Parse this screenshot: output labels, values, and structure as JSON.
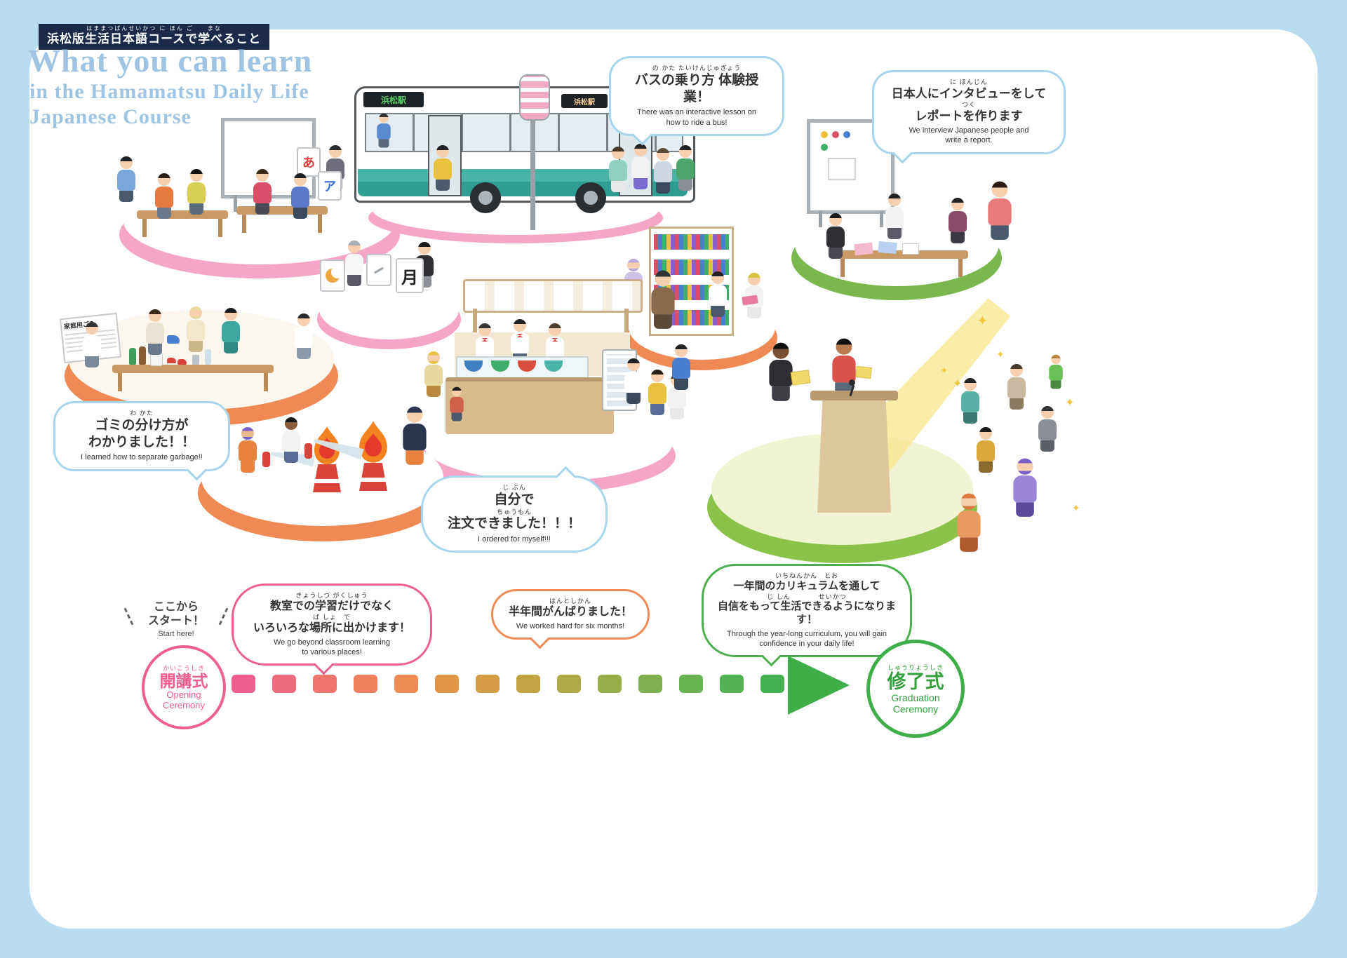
{
  "header": {
    "jp_furigana": "はままつばんせいかつ に ほん ご　　まな",
    "jp_title": "浜松版生活日本語コースで学べること",
    "en_line1": "What you can learn",
    "en_line2": "in the Hamamatsu Daily Life",
    "en_line3": "Japanese Course"
  },
  "bubbles": {
    "bus": {
      "furigana": "の かた たいけんじゅぎょう",
      "jp": "バスの乗り方 体験授業！",
      "en1": "There was an interactive lesson on",
      "en2": "how to ride a bus!"
    },
    "interview": {
      "furigana": "に ほんじん",
      "jp1": "日本人にインタビューをして",
      "furigana2": "つく",
      "jp2": "レポートを作ります",
      "en1": "We interview Japanese people and",
      "en2": "write a report."
    },
    "garbage": {
      "furigana": "わ かた",
      "jp1": "ゴミの分け方が",
      "jp2": "わかりました！！",
      "en": "I learned how to separate garbage!!"
    },
    "order": {
      "furigana": "じ ぶん",
      "jp1": "自分で",
      "furigana2": "ちゅうもん",
      "jp2": "注文できました！！！",
      "en": "I ordered for myself!!!"
    },
    "places": {
      "furigana": "きょうしつ がくしゅう",
      "jp1": "教室での学習だけでなく",
      "furigana2": "ば しょ　で",
      "jp2": "いろいろな場所に出かけます！",
      "en1": "We go beyond classroom learning",
      "en2": "to various places!"
    },
    "six_months": {
      "furigana": "はんとしかん",
      "jp": "半年間がんばりました！",
      "en": "We worked hard for six months!"
    },
    "year_long": {
      "furigana": "いちねんかん　とお",
      "jp1": "一年間のカリキュラムを通して",
      "furigana2": "じ しん　　　　せいかつ",
      "jp2": "自信をもって生活できるようになります！",
      "en1": "Through the year-long curriculum, you will gain",
      "en2": "confidence in your daily life!"
    }
  },
  "timeline": {
    "start_jp1": "ここから",
    "start_jp2": "スタート！",
    "start_en": "Start here!",
    "opening_furigana": "かいこうしき",
    "opening_jp": "開講式",
    "opening_en1": "Opening",
    "opening_en2": "Ceremony",
    "graduation_furigana": "しゅうりょうしき",
    "graduation_jp": "修了式",
    "graduation_en1": "Graduation",
    "graduation_en2": "Ceremony"
  },
  "scene_text": {
    "bus_destination_front": "浜松駅",
    "bus_destination_side": "浜松駅",
    "card_hiragana": "あ",
    "card_katakana": "ア",
    "card_kanji_moon": "月",
    "newspaper_title": "家庭用ごみ"
  },
  "icons": {
    "sparkle": "✦"
  },
  "colors": {
    "frame_blue": "#badcf0",
    "title_blue": "#9fc4e3",
    "navy": "#1b2a4a",
    "pink": "#ee5f8e",
    "orange": "#ee8a55",
    "green": "#3fae49",
    "platform_pink": "#f5a6c6",
    "platform_orange": "#f08a55",
    "platform_green": "#8bc34a",
    "bus_teal": "#49b5a6"
  }
}
